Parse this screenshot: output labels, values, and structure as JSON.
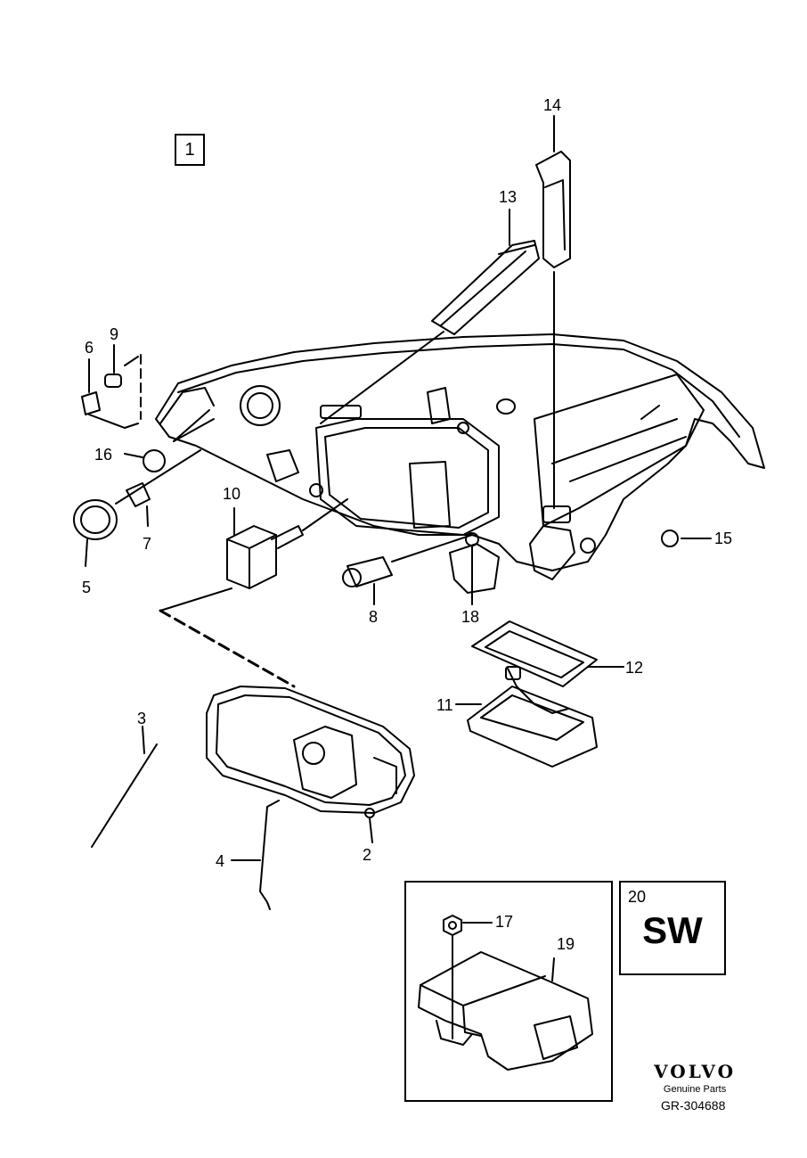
{
  "diagram": {
    "assembly_label": "1",
    "callouts": [
      {
        "id": "c2",
        "text": "2"
      },
      {
        "id": "c3",
        "text": "3"
      },
      {
        "id": "c4",
        "text": "4"
      },
      {
        "id": "c5",
        "text": "5"
      },
      {
        "id": "c6",
        "text": "6"
      },
      {
        "id": "c7",
        "text": "7"
      },
      {
        "id": "c8",
        "text": "8"
      },
      {
        "id": "c9",
        "text": "9"
      },
      {
        "id": "c10",
        "text": "10"
      },
      {
        "id": "c11",
        "text": "11"
      },
      {
        "id": "c12",
        "text": "12"
      },
      {
        "id": "c13",
        "text": "13"
      },
      {
        "id": "c14",
        "text": "14"
      },
      {
        "id": "c15",
        "text": "15"
      },
      {
        "id": "c16",
        "text": "16"
      },
      {
        "id": "c17",
        "text": "17"
      },
      {
        "id": "c18",
        "text": "18"
      },
      {
        "id": "c19",
        "text": "19"
      }
    ],
    "sw_box": {
      "number": "20",
      "text": "SW"
    },
    "brand": {
      "logo": "VOLVO",
      "subtitle": "Genuine Parts"
    },
    "reference": "GR-304688"
  }
}
